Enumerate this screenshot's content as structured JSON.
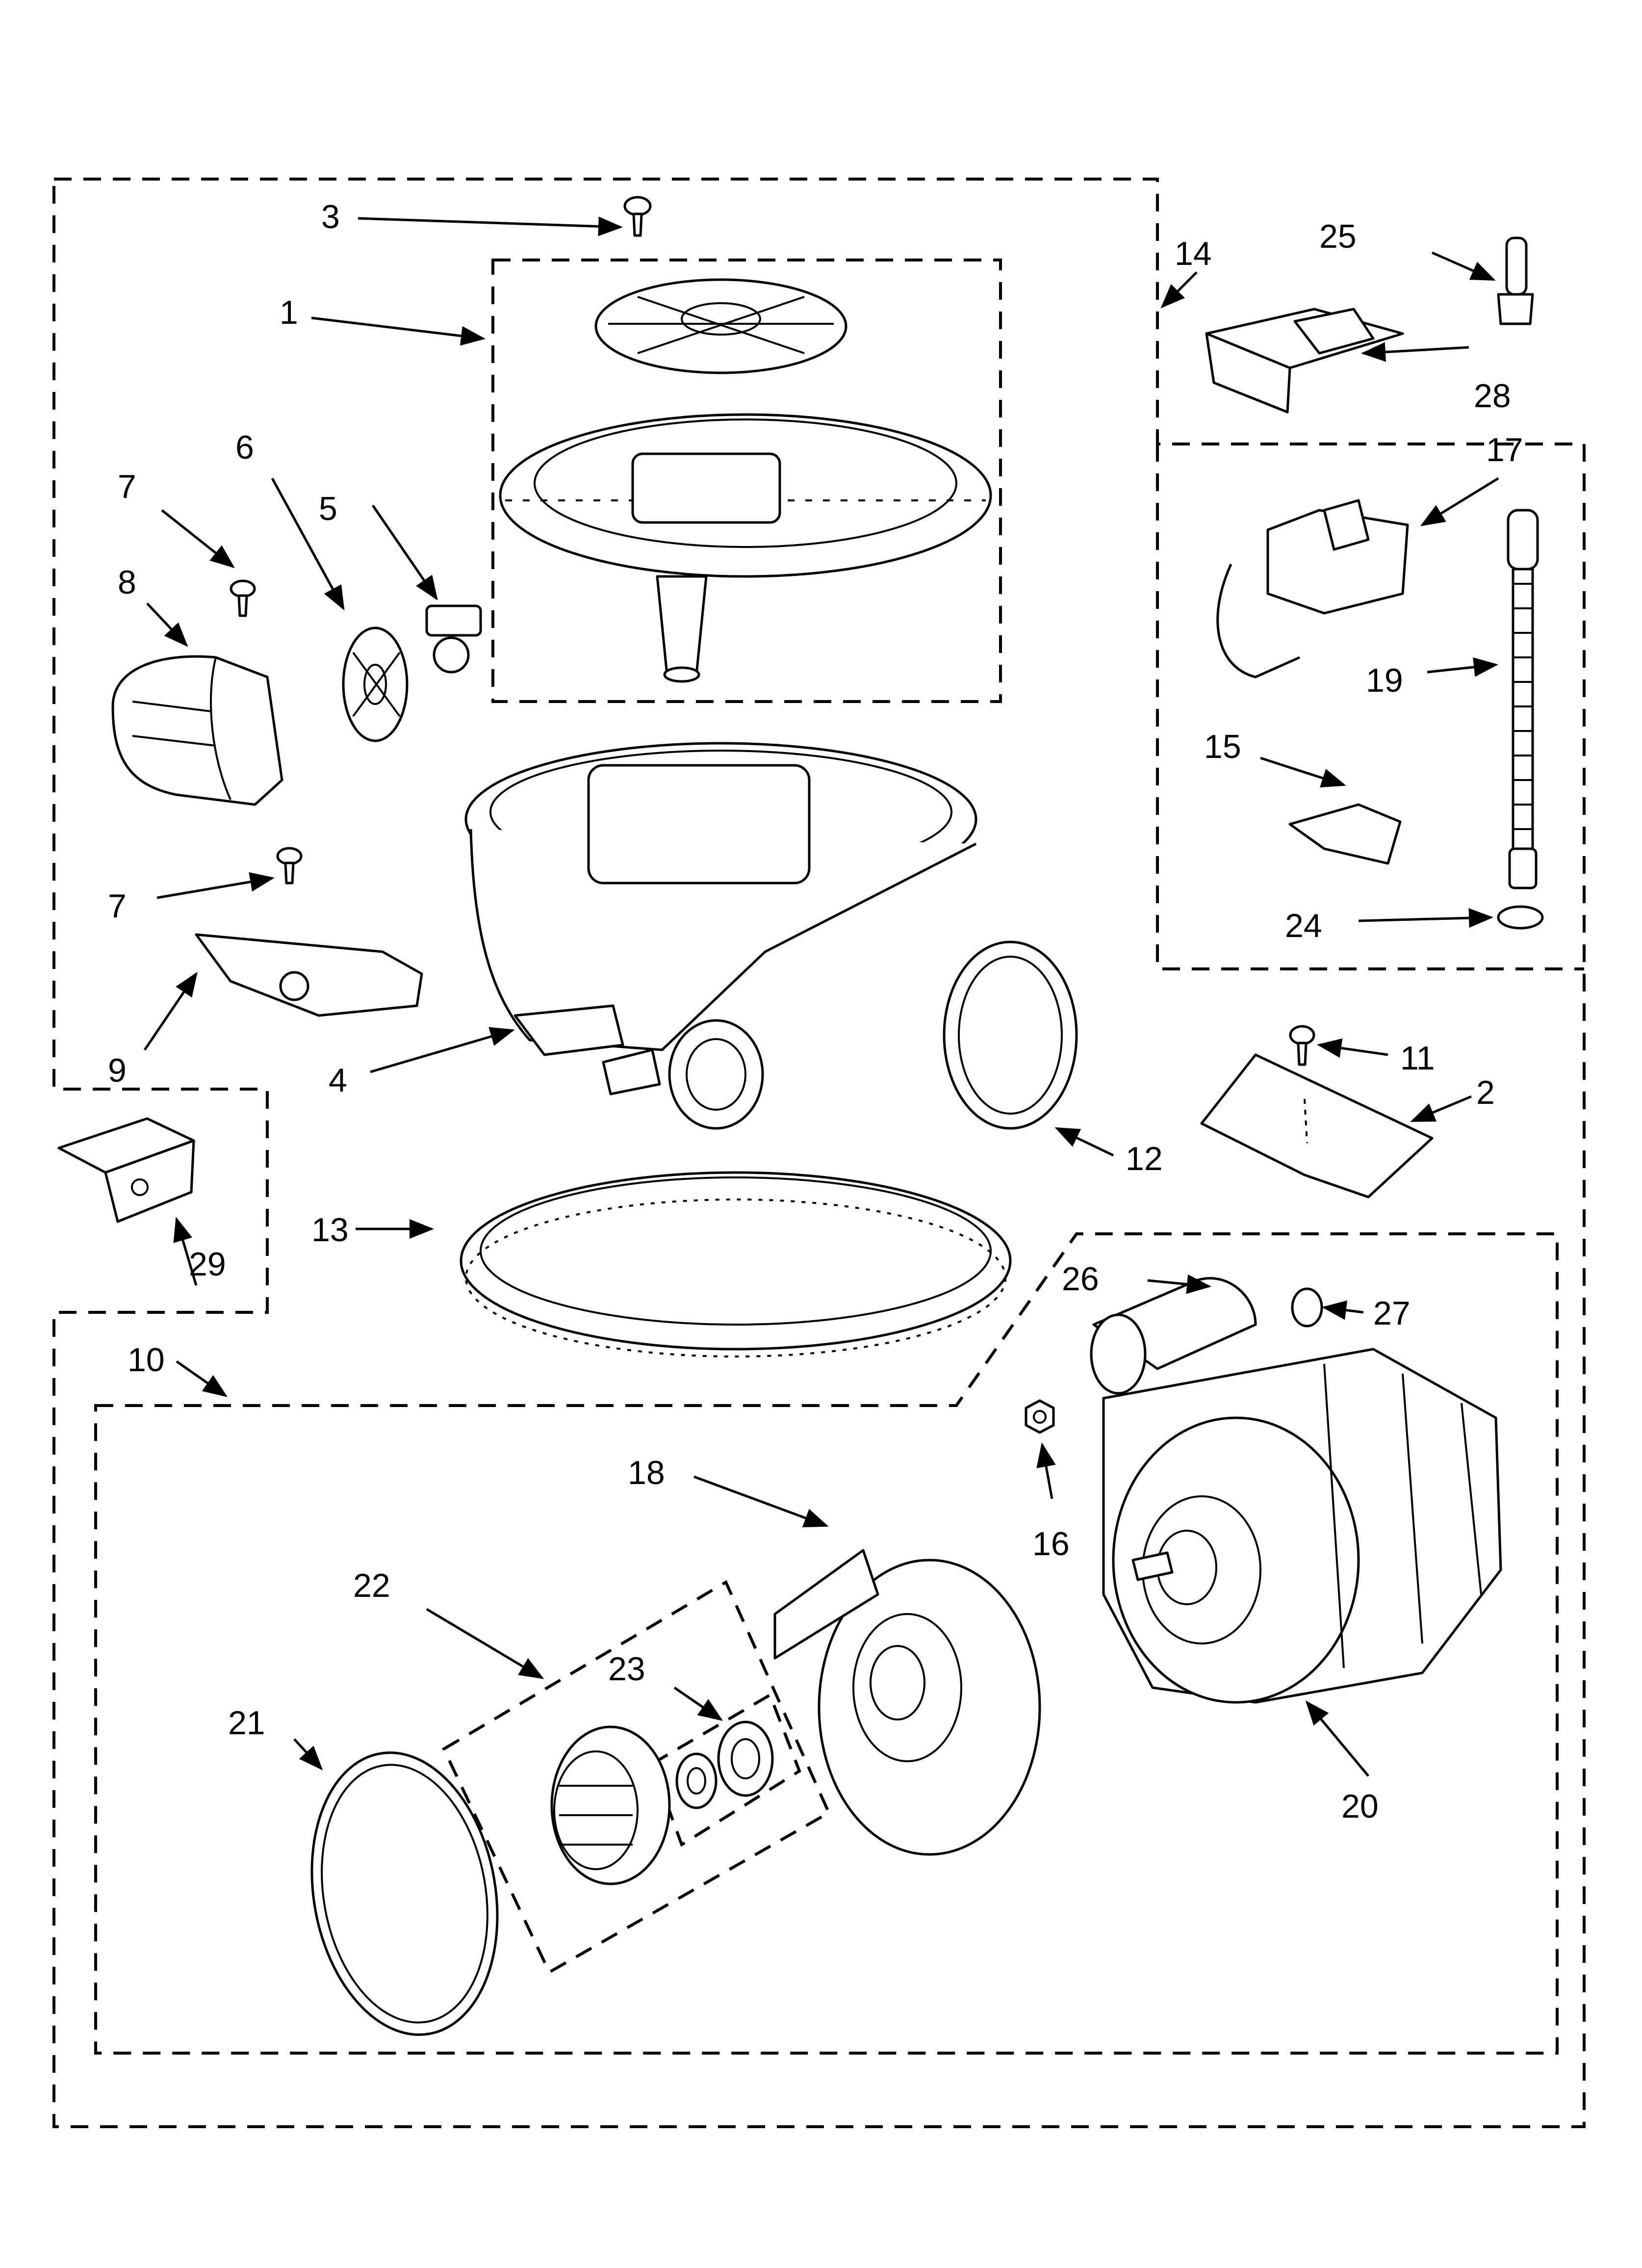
{
  "diagram": {
    "callouts": [
      "1",
      "2",
      "3",
      "4",
      "5",
      "6",
      "7",
      "7",
      "8",
      "9",
      "10",
      "11",
      "12",
      "13",
      "14",
      "15",
      "16",
      "17",
      "18",
      "19",
      "20",
      "21",
      "22",
      "23",
      "24",
      "25",
      "26",
      "27",
      "28",
      "29"
    ]
  }
}
